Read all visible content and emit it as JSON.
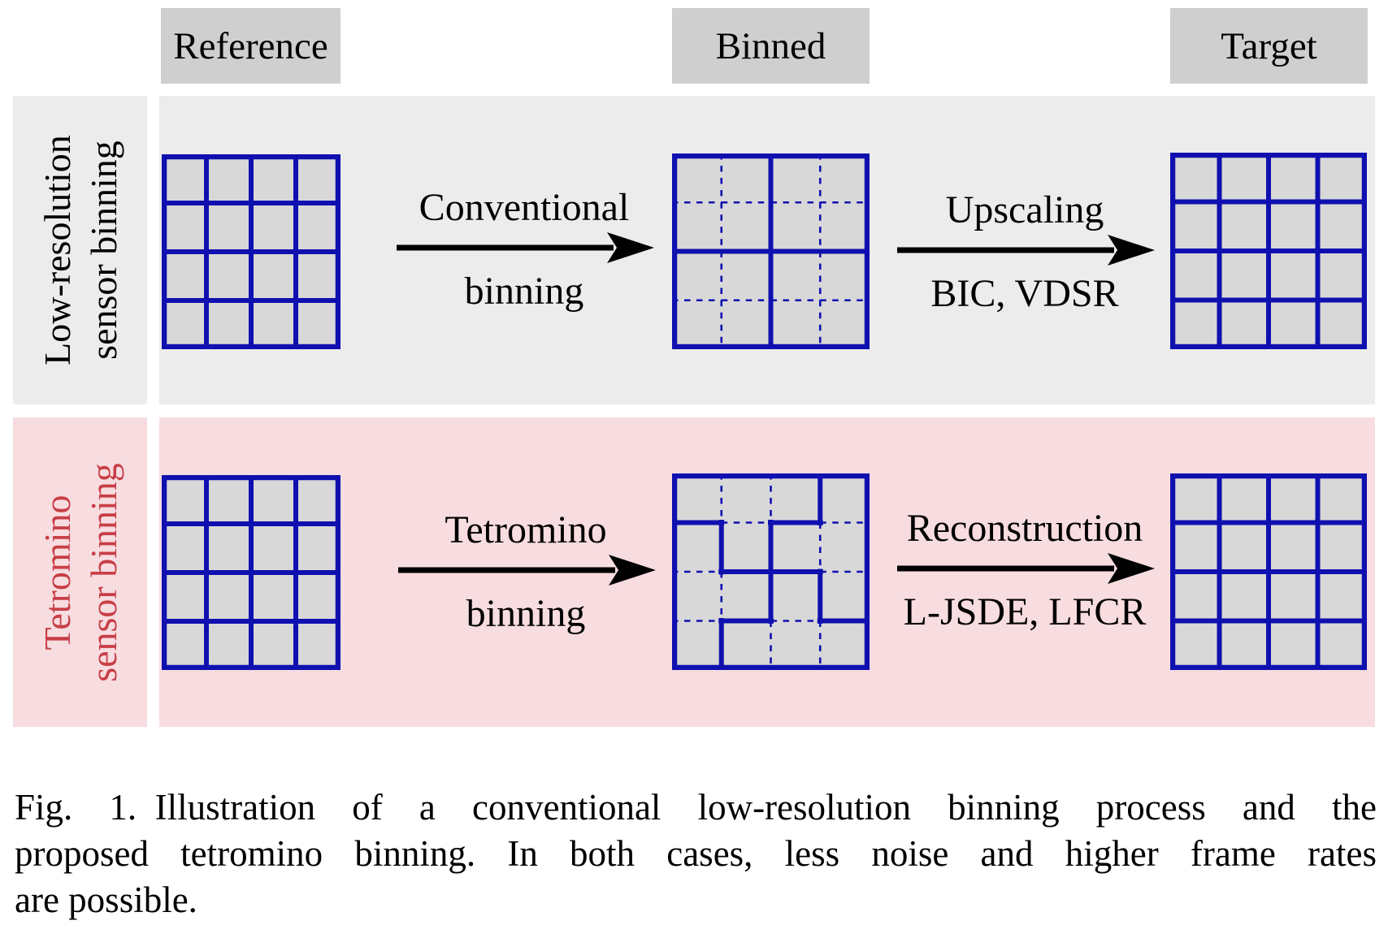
{
  "figure": {
    "caption_lines": [
      "Fig. 1. Illustration of a conventional low-resolution binning process and the",
      "proposed tetromino binning. In both cases, less noise and higher frame rates",
      "are possible."
    ]
  },
  "headers": [
    {
      "label": "Reference"
    },
    {
      "label": "Binned"
    },
    {
      "label": "Target"
    }
  ],
  "rows": [
    {
      "name": "low-resolution-sensor-binning",
      "lines": [
        "Low-resolution",
        "sensor binning"
      ]
    },
    {
      "name": "tetromino-sensor-binning",
      "lines": [
        "Tetromino",
        "sensor binning"
      ]
    }
  ],
  "processes": [
    {
      "top": "Conventional",
      "bottom": "binning"
    },
    {
      "top": "Upscaling",
      "bottom": "BIC, VDSR"
    },
    {
      "top": "Tetromino",
      "bottom": "binning"
    },
    {
      "top": "Reconstruction",
      "bottom": "L-JSDE, LFCR"
    }
  ],
  "grid_patterns": {
    "full": {
      "v": [
        [
          0,
          1,
          2,
          3
        ],
        [
          0,
          1,
          2,
          3
        ],
        [
          0,
          1,
          2,
          3
        ]
      ],
      "h": [
        [
          0,
          1,
          2,
          3
        ],
        [
          0,
          1,
          2,
          3
        ],
        [
          0,
          1,
          2,
          3
        ]
      ],
      "dashed_rest": false
    },
    "binned": {
      "v": [
        [],
        [
          0,
          1,
          2,
          3
        ],
        []
      ],
      "h": [
        [],
        [
          0,
          1,
          2,
          3
        ],
        []
      ],
      "dashed_rest": true
    },
    "tetromino": {
      "v": [
        [
          1,
          3
        ],
        [
          1,
          2
        ],
        [
          0,
          2
        ]
      ],
      "h": [
        [
          0,
          2
        ],
        [
          1,
          2
        ],
        [
          1,
          3
        ]
      ],
      "dashed_rest": true
    }
  },
  "tetromino_map": [
    "AAAB",
    "CABB",
    "CCDB",
    "CDDD"
  ],
  "palette": {
    "page_bg": "#ffffff",
    "header_box": "#cfcfcf",
    "band_gray": "#ececec",
    "band_pink": "#f7dce0",
    "cell_fill": "#d8d8d8",
    "grid_blue": "#0f10af",
    "label_red": "#c83e46",
    "text_black": "#000000",
    "arrow_black": "#000000"
  }
}
